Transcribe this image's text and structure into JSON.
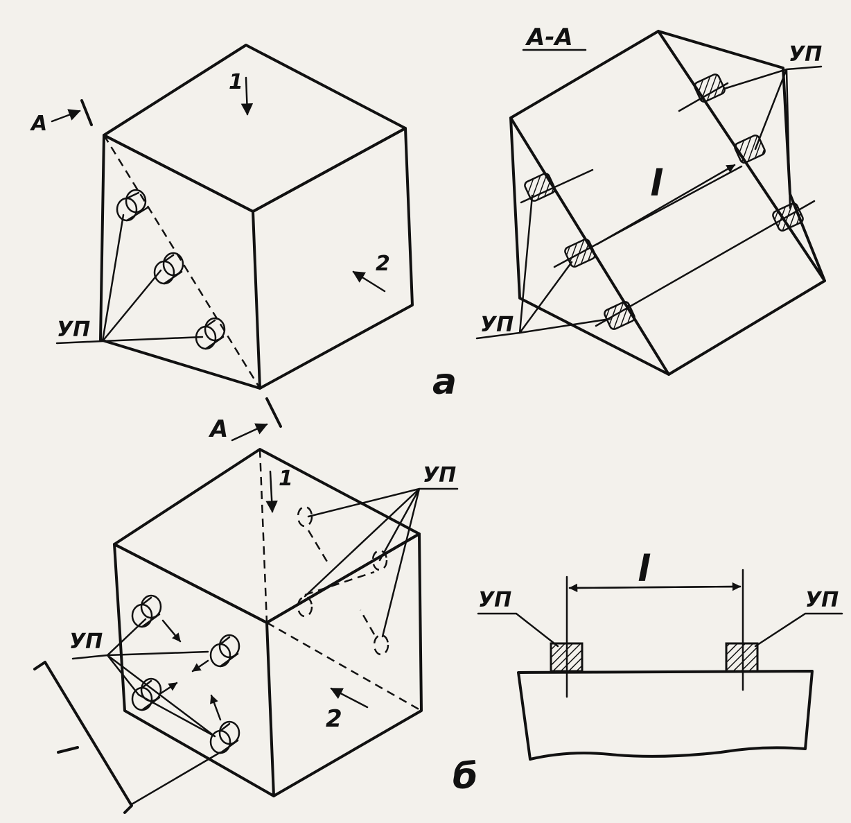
{
  "labels": {
    "section_title": "A-A",
    "section_mark": "A",
    "sensor": "УП",
    "direction_1": "1",
    "direction_2": "2",
    "length": "l",
    "part_a": "a",
    "part_b": "б"
  }
}
